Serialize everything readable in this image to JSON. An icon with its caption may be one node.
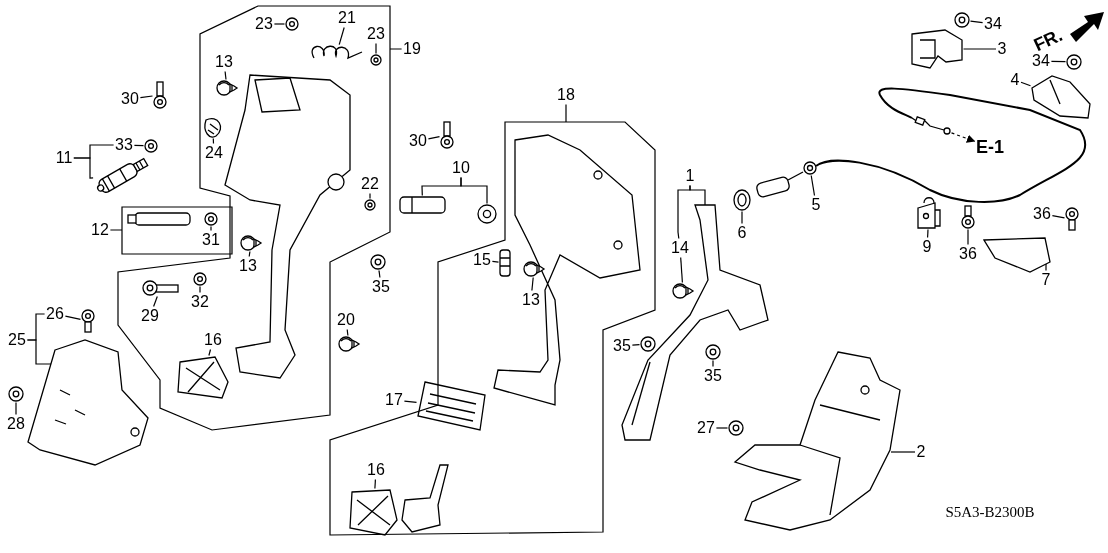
{
  "diagram": {
    "nodes": [
      {
        "text": [
          "21"
        ]
      },
      {
        "text": [
          "23"
        ]
      },
      {
        "text": [
          "34"
        ]
      },
      {
        "text": [
          "23"
        ]
      },
      {
        "text": [
          "19"
        ]
      },
      {
        "text": [
          "3"
        ]
      },
      {
        "text": [
          "13"
        ]
      },
      {
        "text": [
          "34"
        ]
      },
      {
        "text": [
          "4"
        ]
      },
      {
        "text": [
          "18"
        ]
      },
      {
        "text": [
          "30"
        ]
      },
      {
        "text": [
          "30"
        ]
      },
      {
        "text": [
          "33"
        ]
      },
      {
        "text": [
          "E-1"
        ]
      },
      {
        "text": [
          "24"
        ]
      },
      {
        "text": [
          "11"
        ]
      },
      {
        "text": [
          "10"
        ]
      },
      {
        "text": [
          "1"
        ]
      },
      {
        "text": [
          "22"
        ]
      },
      {
        "text": [
          "5"
        ]
      },
      {
        "text": [
          "36"
        ]
      },
      {
        "text": [
          "12"
        ]
      },
      {
        "text": [
          "6"
        ]
      },
      {
        "text": [
          "31"
        ]
      },
      {
        "text": [
          "9"
        ]
      },
      {
        "text": [
          "14"
        ]
      },
      {
        "text": [
          "36"
        ]
      },
      {
        "text": [
          "15"
        ]
      },
      {
        "text": [
          "13"
        ]
      },
      {
        "text": [
          "7"
        ]
      },
      {
        "text": [
          "35"
        ]
      },
      {
        "text": [
          "13"
        ]
      },
      {
        "text": [
          "32"
        ]
      },
      {
        "text": [
          "26"
        ]
      },
      {
        "text": [
          "29"
        ]
      },
      {
        "text": [
          "20"
        ]
      },
      {
        "text": [
          "35"
        ]
      },
      {
        "text": [
          "25"
        ]
      },
      {
        "text": [
          "16"
        ]
      },
      {
        "text": [
          "35"
        ]
      },
      {
        "text": [
          "17"
        ]
      },
      {
        "text": [
          "28"
        ]
      },
      {
        "text": [
          "27"
        ]
      },
      {
        "text": [
          "2"
        ]
      },
      {
        "text": [
          "16"
        ]
      },
      {
        "text": [],
        "shape": "picture"
      },
      {
        "text": [],
        "shape": "picture"
      },
      {
        "text": [],
        "shape": "picture"
      },
      {
        "text": [],
        "shape": "picture"
      },
      {
        "text": [],
        "shape": "picture"
      },
      {
        "text": [],
        "shape": "picture"
      },
      {
        "text": [],
        "shape": "picture"
      },
      {
        "text": [],
        "shape": "picture"
      },
      {
        "text": [],
        "shape": "picture"
      },
      {
        "text": [],
        "shape": "picture"
      },
      {
        "text": [],
        "shape": "picture"
      },
      {
        "text": [],
        "shape": "picture"
      },
      {
        "text": [],
        "shape": "picture"
      },
      {
        "text": [],
        "shape": "picture"
      },
      {
        "text": [],
        "shape": "picture"
      },
      {
        "text": [],
        "shape": "picture"
      },
      {
        "text": [],
        "shape": "picture"
      },
      {
        "text": [],
        "shape": "picture"
      },
      {
        "text": [],
        "shape": "picture"
      },
      {
        "text": [],
        "shape": "picture"
      },
      {
        "text": [],
        "shape": "picture"
      },
      {
        "text": [],
        "shape": "picture"
      },
      {
        "text": [],
        "shape": "picture"
      },
      {
        "text": [],
        "shape": "picture"
      },
      {
        "text": [],
        "shape": "picture"
      },
      {
        "text": [],
        "shape": "picture"
      },
      {
        "text": [],
        "shape": "picture"
      },
      {
        "text": [],
        "shape": "picture"
      },
      {
        "text": [],
        "shape": "picture"
      },
      {
        "text": [],
        "shape": "picture"
      },
      {
        "text": [],
        "shape": "picture"
      },
      {
        "text": [],
        "shape": "picture"
      },
      {
        "text": [],
        "shape": "picture"
      },
      {
        "text": [],
        "shape": "picture"
      },
      {
        "text": [],
        "shape": "picture"
      },
      {
        "text": [],
        "shape": "picture"
      },
      {
        "text": [],
        "shape": "picture"
      },
      {
        "text": [],
        "shape": "picture"
      },
      {
        "text": [],
        "shape": "picture"
      },
      {
        "text": [],
        "shape": "picture"
      },
      {
        "text": [],
        "shape": "picture"
      },
      {
        "text": [],
        "shape": "picture"
      },
      {
        "text": [],
        "shape": "picture"
      }
    ],
    "edges": [
      {
        "from": 0,
        "to": 45,
        "arrow": "none"
      },
      {
        "from": 1,
        "to": 46,
        "arrow": "none"
      },
      {
        "from": 2,
        "to": 47,
        "arrow": "none"
      },
      {
        "from": 3,
        "to": 48,
        "arrow": "none"
      },
      {
        "from": 4,
        "to": null,
        "arrow": "none"
      },
      {
        "from": 5,
        "to": 49,
        "arrow": "none"
      },
      {
        "from": 6,
        "to": 50,
        "arrow": "none"
      },
      {
        "from": 7,
        "to": 51,
        "arrow": "none"
      },
      {
        "from": 8,
        "to": 52,
        "arrow": "none"
      },
      {
        "from": 9,
        "to": null,
        "arrow": "none"
      },
      {
        "from": 10,
        "to": 54,
        "arrow": "none"
      },
      {
        "from": 11,
        "to": 55,
        "arrow": "none"
      },
      {
        "from": 12,
        "to": 56,
        "arrow": "none"
      },
      {
        "from": 87,
        "to": 13,
        "arrow": "to",
        "style": "dashed"
      },
      {
        "from": 14,
        "to": 53,
        "arrow": "none"
      },
      {
        "from": 15,
        "to": 57,
        "arrow": "none"
      },
      {
        "from": 15,
        "to": 12,
        "arrow": "none"
      },
      {
        "from": 16,
        "to": 69,
        "arrow": "none"
      },
      {
        "from": 16,
        "to": 70,
        "arrow": "none"
      },
      {
        "from": 17,
        "to": 76,
        "arrow": "none"
      },
      {
        "from": 17,
        "to": 25,
        "arrow": "none"
      },
      {
        "from": 18,
        "to": 60,
        "arrow": "none"
      },
      {
        "from": 19,
        "to": 79,
        "arrow": "none"
      },
      {
        "from": 20,
        "to": 81,
        "arrow": "none"
      },
      {
        "from": 21,
        "to": null,
        "arrow": "none"
      },
      {
        "from": 22,
        "to": 78,
        "arrow": "none"
      },
      {
        "from": 23,
        "to": 58,
        "arrow": "none"
      },
      {
        "from": 24,
        "to": 80,
        "arrow": "none"
      },
      {
        "from": 25,
        "to": 77,
        "arrow": "none"
      },
      {
        "from": 26,
        "to": 82,
        "arrow": "none"
      },
      {
        "from": 27,
        "to": 71,
        "arrow": "none"
      },
      {
        "from": 28,
        "to": 59,
        "arrow": "none"
      },
      {
        "from": 29,
        "to": 83,
        "arrow": "none"
      },
      {
        "from": 30,
        "to": 61,
        "arrow": "none"
      },
      {
        "from": 31,
        "to": 72,
        "arrow": "none"
      },
      {
        "from": 32,
        "to": 63,
        "arrow": "none"
      },
      {
        "from": 33,
        "to": 67,
        "arrow": "none"
      },
      {
        "from": 34,
        "to": 62,
        "arrow": "none"
      },
      {
        "from": 35,
        "to": 64,
        "arrow": "none"
      },
      {
        "from": 36,
        "to": 74,
        "arrow": "none"
      },
      {
        "from": 37,
        "to": 66,
        "arrow": "none"
      },
      {
        "from": 37,
        "to": 33,
        "arrow": "none"
      },
      {
        "from": 38,
        "to": 65,
        "arrow": "none"
      },
      {
        "from": 39,
        "to": 84,
        "arrow": "none"
      },
      {
        "from": 40,
        "to": 73,
        "arrow": "none"
      },
      {
        "from": 41,
        "to": 68,
        "arrow": "none"
      },
      {
        "from": 42,
        "to": 85,
        "arrow": "none"
      },
      {
        "from": 43,
        "to": 86,
        "arrow": "none"
      },
      {
        "from": 44,
        "to": 75,
        "arrow": "none"
      }
    ],
    "labels": [
      "FR.",
      "S5A3-B2300B"
    ]
  }
}
